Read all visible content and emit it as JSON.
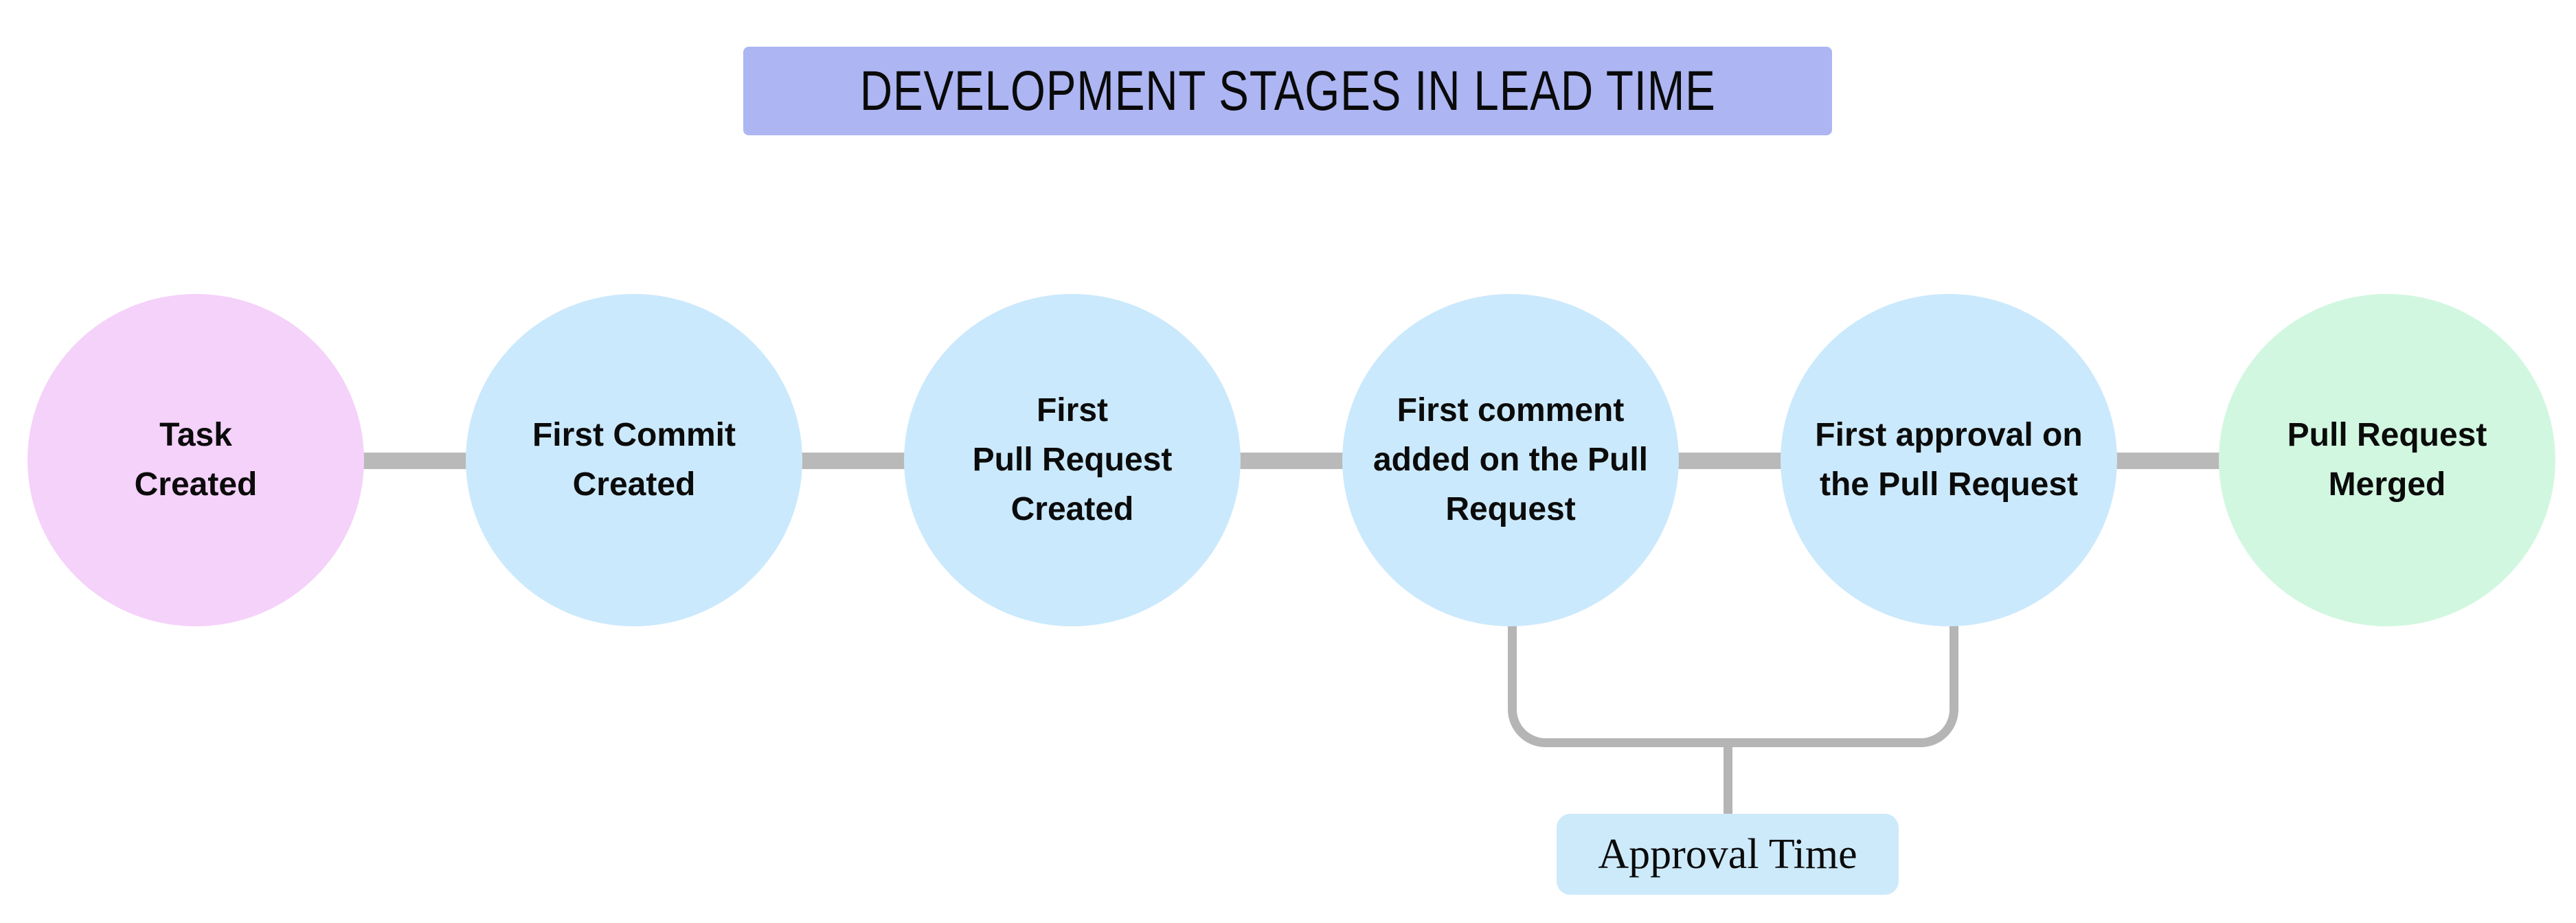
{
  "title": {
    "text": "DEVELOPMENT STAGES IN LEAD TIME",
    "bg_color": "#adb6f2"
  },
  "stages": [
    {
      "name": "task-created",
      "lines": [
        "Task",
        "Created"
      ],
      "color": "#f5d2fa",
      "role": "start"
    },
    {
      "name": "first-commit-created",
      "lines": [
        "First Commit",
        "Created"
      ],
      "color": "#cbe9fc",
      "role": "middle"
    },
    {
      "name": "first-pull-request-created",
      "lines": [
        "First",
        "Pull Request",
        "Created"
      ],
      "color": "#cbe9fc",
      "role": "middle"
    },
    {
      "name": "first-comment-added",
      "lines": [
        "First comment",
        "added on the Pull",
        "Request"
      ],
      "color": "#cbe9fc",
      "role": "middle"
    },
    {
      "name": "first-approval",
      "lines": [
        "First approval on",
        "the Pull Request"
      ],
      "color": "#cbe9fc",
      "role": "middle"
    },
    {
      "name": "pull-request-merged",
      "lines": [
        "Pull Request",
        "Merged"
      ],
      "color": "#d2f7e0",
      "role": "end"
    }
  ],
  "annotation": {
    "label": "Approval Time",
    "bg_color": "#cdeafb",
    "connects_from": "first-comment-added",
    "connects_to": "first-approval"
  },
  "colors": {
    "background": "#ffffff",
    "connector_line": "#b9b9b9",
    "bracket_line": "#b5b5b5",
    "text": "#0b0b0b"
  }
}
